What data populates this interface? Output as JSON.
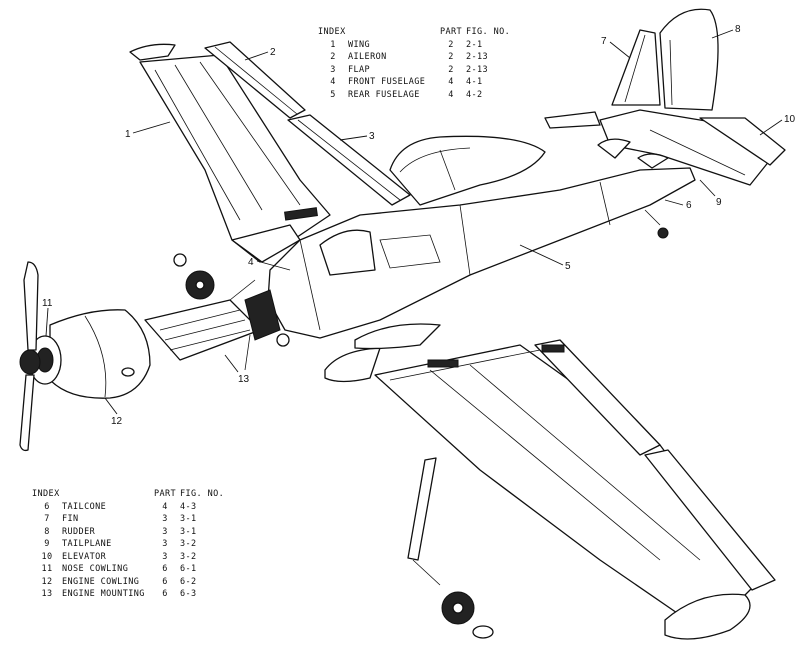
{
  "top_table": {
    "headers": {
      "index": "INDEX",
      "part": "PART",
      "fig": "FIG. NO."
    },
    "rows": [
      {
        "num": "1",
        "name": "WING",
        "part": "2",
        "fig": "2-1"
      },
      {
        "num": "2",
        "name": "AILERON",
        "part": "2",
        "fig": "2-13"
      },
      {
        "num": "3",
        "name": "FLAP",
        "part": "2",
        "fig": "2-13"
      },
      {
        "num": "4",
        "name": "FRONT FUSELAGE",
        "part": "4",
        "fig": "4-1"
      },
      {
        "num": "5",
        "name": "REAR FUSELAGE",
        "part": "4",
        "fig": "4-2"
      }
    ]
  },
  "bottom_table": {
    "headers": {
      "index": "INDEX",
      "part": "PART",
      "fig": "FIG. NO."
    },
    "rows": [
      {
        "num": "6",
        "name": "TAILCONE",
        "part": "4",
        "fig": "4-3"
      },
      {
        "num": "7",
        "name": "FIN",
        "part": "3",
        "fig": "3-1"
      },
      {
        "num": "8",
        "name": "RUDDER",
        "part": "3",
        "fig": "3-1"
      },
      {
        "num": "9",
        "name": "TAILPLANE",
        "part": "3",
        "fig": "3-2"
      },
      {
        "num": "10",
        "name": "ELEVATOR",
        "part": "3",
        "fig": "3-2"
      },
      {
        "num": "11",
        "name": "NOSE COWLING",
        "part": "6",
        "fig": "6-1"
      },
      {
        "num": "12",
        "name": "ENGINE COWLING",
        "part": "6",
        "fig": "6-2"
      },
      {
        "num": "13",
        "name": "ENGINE MOUNTING",
        "part": "6",
        "fig": "6-3"
      }
    ]
  },
  "callouts": {
    "c1": "1",
    "c2": "2",
    "c3": "3",
    "c4": "4",
    "c5": "5",
    "c6": "6",
    "c7": "7",
    "c8": "8",
    "c9": "9",
    "c10": "10",
    "c11": "11",
    "c12": "12",
    "c13": "13"
  }
}
